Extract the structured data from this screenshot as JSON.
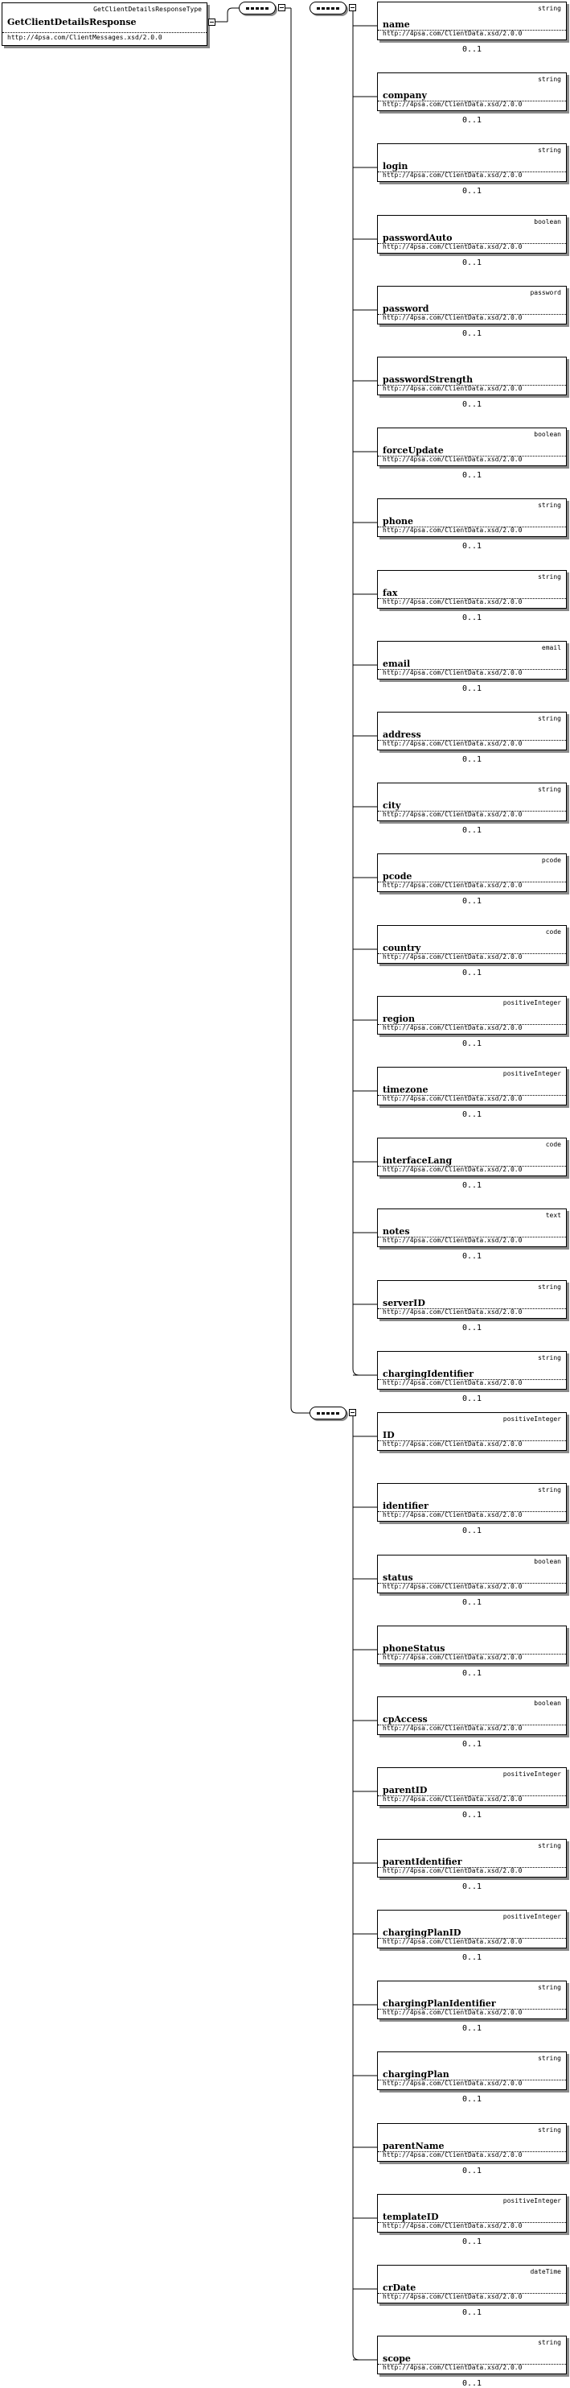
{
  "root": {
    "type": "GetClientDetailsResponseType",
    "name": "GetClientDetailsResponse",
    "namespace": "http://4psa.com/ClientMessages.xsd/2.0.0"
  },
  "groups": [
    {
      "items": [
        {
          "name": "name",
          "type": "string",
          "namespace": "http://4psa.com/ClientData.xsd/2.0.0",
          "occ": "0..1"
        },
        {
          "name": "company",
          "type": "string",
          "namespace": "http://4psa.com/ClientData.xsd/2.0.0",
          "occ": "0..1"
        },
        {
          "name": "login",
          "type": "string",
          "namespace": "http://4psa.com/ClientData.xsd/2.0.0",
          "occ": "0..1"
        },
        {
          "name": "passwordAuto",
          "type": "boolean",
          "namespace": "http://4psa.com/ClientData.xsd/2.0.0",
          "occ": "0..1"
        },
        {
          "name": "password",
          "type": "password",
          "namespace": "http://4psa.com/ClientData.xsd/2.0.0",
          "occ": "0..1"
        },
        {
          "name": "passwordStrength",
          "type": "",
          "namespace": "http://4psa.com/ClientData.xsd/2.0.0",
          "occ": "0..1"
        },
        {
          "name": "forceUpdate",
          "type": "boolean",
          "namespace": "http://4psa.com/ClientData.xsd/2.0.0",
          "occ": "0..1"
        },
        {
          "name": "phone",
          "type": "string",
          "namespace": "http://4psa.com/ClientData.xsd/2.0.0",
          "occ": "0..1"
        },
        {
          "name": "fax",
          "type": "string",
          "namespace": "http://4psa.com/ClientData.xsd/2.0.0",
          "occ": "0..1"
        },
        {
          "name": "email",
          "type": "email",
          "namespace": "http://4psa.com/ClientData.xsd/2.0.0",
          "occ": "0..1"
        },
        {
          "name": "address",
          "type": "string",
          "namespace": "http://4psa.com/ClientData.xsd/2.0.0",
          "occ": "0..1"
        },
        {
          "name": "city",
          "type": "string",
          "namespace": "http://4psa.com/ClientData.xsd/2.0.0",
          "occ": "0..1"
        },
        {
          "name": "pcode",
          "type": "pcode",
          "namespace": "http://4psa.com/ClientData.xsd/2.0.0",
          "occ": "0..1"
        },
        {
          "name": "country",
          "type": "code",
          "namespace": "http://4psa.com/ClientData.xsd/2.0.0",
          "occ": "0..1"
        },
        {
          "name": "region",
          "type": "positiveInteger",
          "namespace": "http://4psa.com/ClientData.xsd/2.0.0",
          "occ": "0..1"
        },
        {
          "name": "timezone",
          "type": "positiveInteger",
          "namespace": "http://4psa.com/ClientData.xsd/2.0.0",
          "occ": "0..1"
        },
        {
          "name": "interfaceLang",
          "type": "code",
          "namespace": "http://4psa.com/ClientData.xsd/2.0.0",
          "occ": "0..1"
        },
        {
          "name": "notes",
          "type": "text",
          "namespace": "http://4psa.com/ClientData.xsd/2.0.0",
          "occ": "0..1"
        },
        {
          "name": "serverID",
          "type": "string",
          "namespace": "http://4psa.com/ClientData.xsd/2.0.0",
          "occ": "0..1"
        },
        {
          "name": "chargingIdentifier",
          "type": "string",
          "namespace": "http://4psa.com/ClientData.xsd/2.0.0",
          "occ": "0..1"
        }
      ]
    },
    {
      "items": [
        {
          "name": "ID",
          "type": "positiveInteger",
          "namespace": "http://4psa.com/ClientData.xsd/2.0.0",
          "occ": ""
        },
        {
          "name": "identifier",
          "type": "string",
          "namespace": "http://4psa.com/ClientData.xsd/2.0.0",
          "occ": "0..1"
        },
        {
          "name": "status",
          "type": "boolean",
          "namespace": "http://4psa.com/ClientData.xsd/2.0.0",
          "occ": "0..1"
        },
        {
          "name": "phoneStatus",
          "type": "",
          "namespace": "http://4psa.com/ClientData.xsd/2.0.0",
          "occ": "0..1"
        },
        {
          "name": "cpAccess",
          "type": "boolean",
          "namespace": "http://4psa.com/ClientData.xsd/2.0.0",
          "occ": "0..1"
        },
        {
          "name": "parentID",
          "type": "positiveInteger",
          "namespace": "http://4psa.com/ClientData.xsd/2.0.0",
          "occ": "0..1"
        },
        {
          "name": "parentIdentifier",
          "type": "string",
          "namespace": "http://4psa.com/ClientData.xsd/2.0.0",
          "occ": "0..1"
        },
        {
          "name": "chargingPlanID",
          "type": "positiveInteger",
          "namespace": "http://4psa.com/ClientData.xsd/2.0.0",
          "occ": "0..1"
        },
        {
          "name": "chargingPlanIdentifier",
          "type": "string",
          "namespace": "http://4psa.com/ClientData.xsd/2.0.0",
          "occ": "0..1"
        },
        {
          "name": "chargingPlan",
          "type": "string",
          "namespace": "http://4psa.com/ClientData.xsd/2.0.0",
          "occ": "0..1"
        },
        {
          "name": "parentName",
          "type": "string",
          "namespace": "http://4psa.com/ClientData.xsd/2.0.0",
          "occ": "0..1"
        },
        {
          "name": "templateID",
          "type": "positiveInteger",
          "namespace": "http://4psa.com/ClientData.xsd/2.0.0",
          "occ": "0..1"
        },
        {
          "name": "crDate",
          "type": "dateTime",
          "namespace": "http://4psa.com/ClientData.xsd/2.0.0",
          "occ": "0..1"
        },
        {
          "name": "scope",
          "type": "string",
          "namespace": "http://4psa.com/ClientData.xsd/2.0.0",
          "occ": "0..1"
        }
      ]
    }
  ]
}
